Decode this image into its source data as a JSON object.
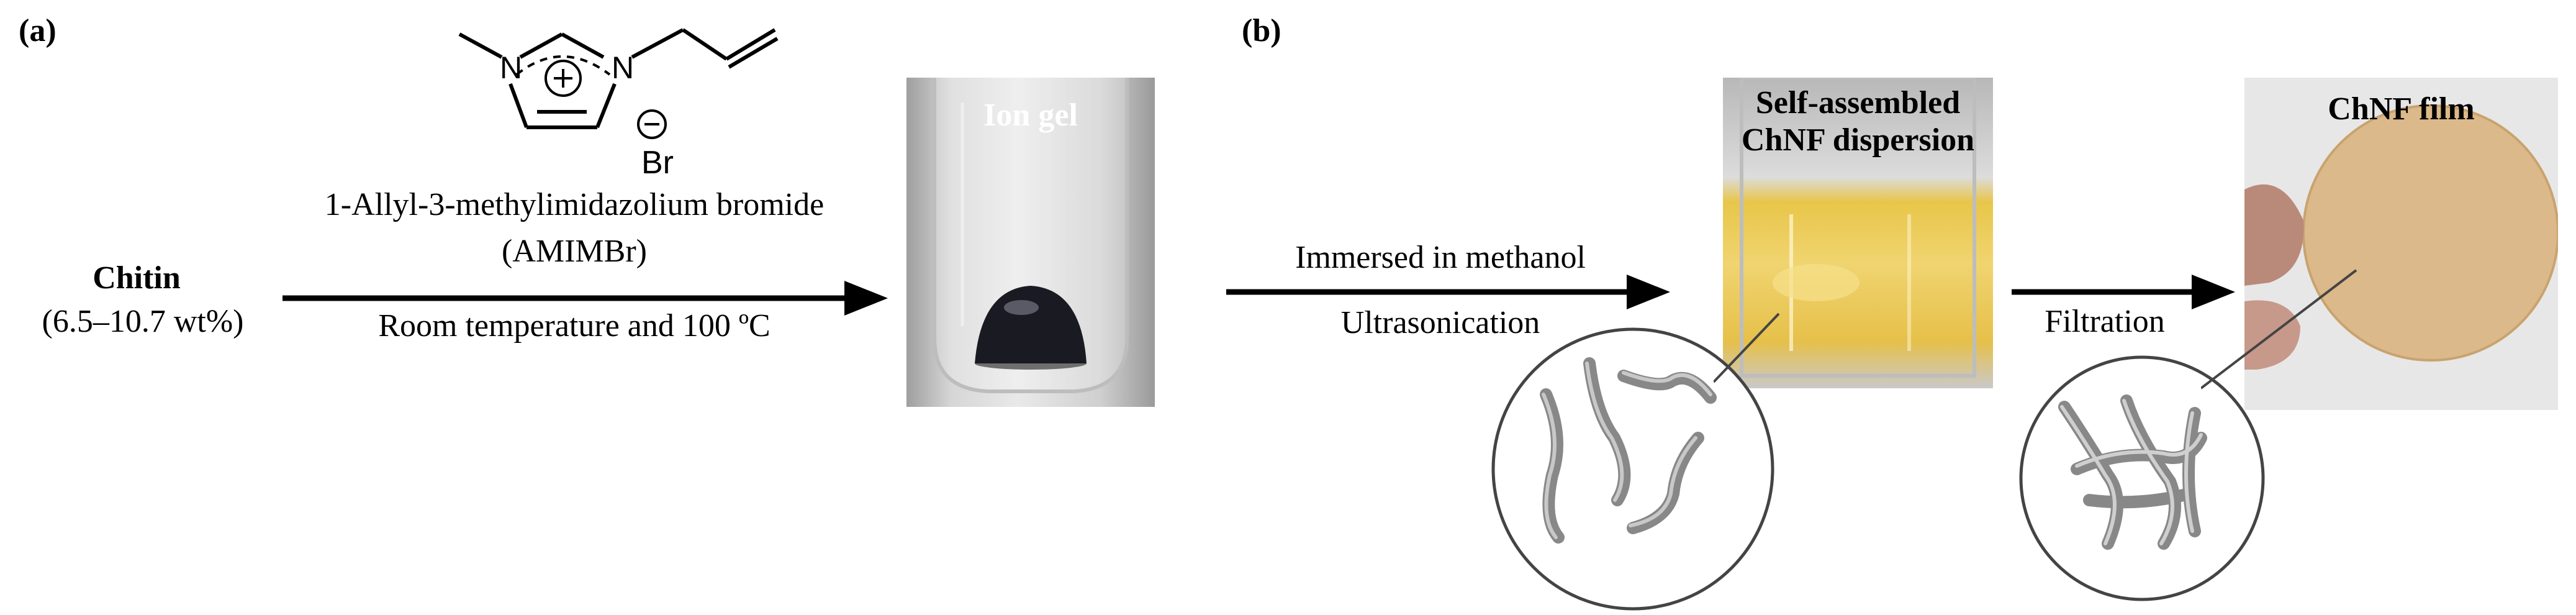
{
  "panel_a": {
    "label": "(a)",
    "reactant_name": "Chitin",
    "reactant_range": "(6.5–10.7 wt%)",
    "reagent_cation_n1": "N",
    "reagent_cation_n2": "N",
    "reagent_anion": "Br",
    "reagent_name": "1-Allyl-3-methylimidazolium bromide",
    "reagent_abbrev": "(AMIMBr)",
    "condition": "Room temperature and 100 ºC",
    "product_label": "Ion gel"
  },
  "panel_b": {
    "label": "(b)",
    "step1_top": "Immersed in methanol",
    "step1_bottom": "Ultrasonication",
    "dispersion_label_line1": "Self-assembled",
    "dispersion_label_line2": "ChNF dispersion",
    "step2_label": "Filtration",
    "film_label": "ChNF film"
  },
  "colors": {
    "arrow": "#000000",
    "ion_gel_bg": "#d9d9d9",
    "dispersion_yellow": "#e8c64a",
    "film_tan": "#dcb98a",
    "fiber_gray": "#8c8c8c"
  }
}
